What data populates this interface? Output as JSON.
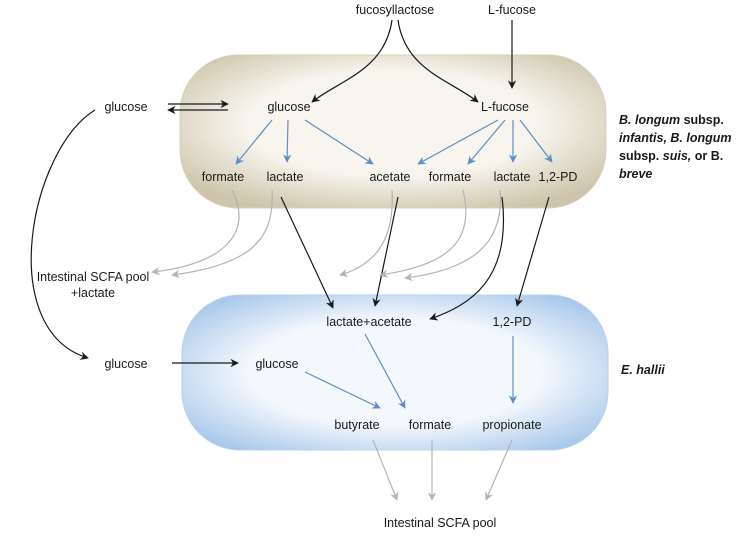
{
  "top_inputs": {
    "fucosyllactose": "fucosyllactose",
    "l_fucose": "L-fucose"
  },
  "bifido_cell": {
    "colors": {
      "fill_light": "#f7f5ee",
      "fill_dark": "#cdc5ab"
    },
    "glucose": "glucose",
    "l_fucose": "L-fucose",
    "products": {
      "formate_1": "formate",
      "lactate_1": "lactate",
      "acetate": "acetate",
      "formate_2": "formate",
      "lactate_2": "lactate",
      "pd": "1,2-PD"
    },
    "species_label": {
      "line1_italic": "B. longum",
      "line1_rest": " subsp.",
      "line2": "infantis, B. longum",
      "line3_rest": "subsp. ",
      "line3_italic": "suis,",
      "line3_tail": " or B.",
      "line4": "breve"
    }
  },
  "outside": {
    "glucose_top": "glucose",
    "glucose_bottom": "glucose",
    "scfa_pool_line1": "Intestinal SCFA pool",
    "scfa_pool_line2": "+lactate"
  },
  "hallii_cell": {
    "colors": {
      "fill_light": "#f4f8fd",
      "fill_dark": "#a9c8ea"
    },
    "lactate_acetate": "lactate+acetate",
    "pd": "1,2-PD",
    "glucose": "glucose",
    "butyrate": "butyrate",
    "formate": "formate",
    "propionate": "propionate",
    "species_label": "E. hallii"
  },
  "bottom_pool": "Intestinal SCFA pool",
  "arrow_colors": {
    "black": "#1a1a1a",
    "blue": "#5b8fc7",
    "gray": "#b3b3b3"
  }
}
